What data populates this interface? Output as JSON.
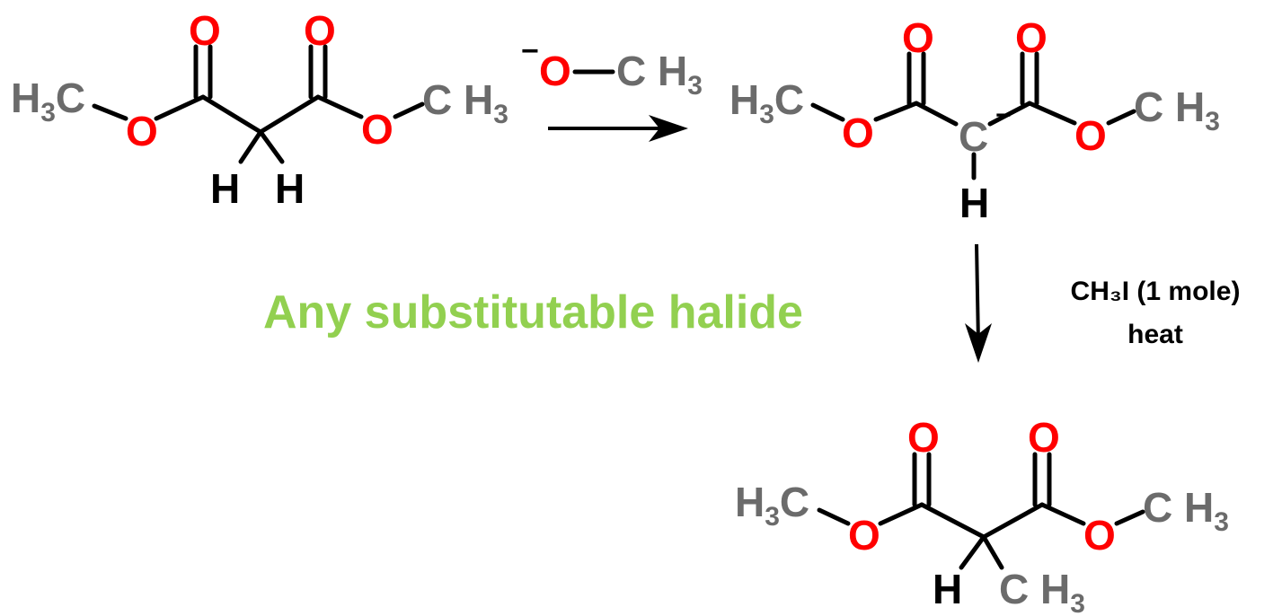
{
  "colors": {
    "oxygen": "#ff0000",
    "carbon_group": "#6b6b6b",
    "bond": "#000000",
    "note": "#92d050"
  },
  "molecule_1": {
    "left_methyl": "H",
    "left_methyl_sub": "3",
    "left_methyl_c": "C",
    "oxygen": "O",
    "right_methyl_c": "C",
    "right_methyl_h": "H",
    "right_methyl_sub": "3",
    "hydrogen": "H"
  },
  "reagent_1": {
    "charge": "−",
    "oxygen": "O",
    "carbon": "C",
    "hydrogen": "H",
    "sub": "3"
  },
  "molecule_2": {
    "left_methyl": "H",
    "left_methyl_sub": "3",
    "left_methyl_c": "C",
    "oxygen": "O",
    "carbanion": "C",
    "charge": "−",
    "hydrogen": "H",
    "right_methyl_c": "C",
    "right_methyl_h": "H",
    "right_methyl_sub": "3"
  },
  "reagent_2": {
    "line1": "CH₃I (1 mole)",
    "line2": "heat"
  },
  "note": "Any substitutable halide",
  "molecule_3": {
    "left_methyl": "H",
    "left_methyl_sub": "3",
    "left_methyl_c": "C",
    "oxygen": "O",
    "hydrogen": "H",
    "methyl_c": "C",
    "methyl_h": "H",
    "methyl_sub": "3",
    "right_methyl_c": "C",
    "right_methyl_h": "H",
    "right_methyl_sub": "3"
  }
}
